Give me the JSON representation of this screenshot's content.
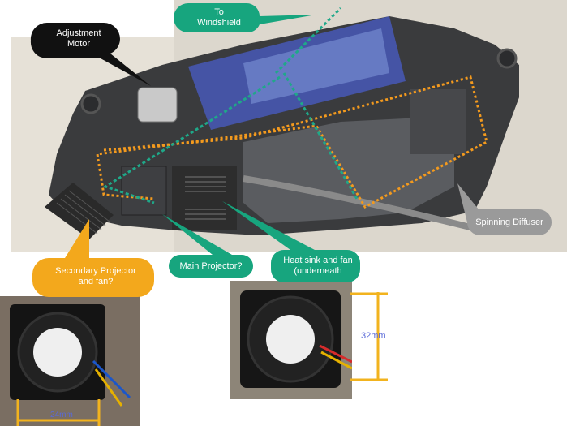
{
  "labels": {
    "windshield": "To\nWindshield",
    "adjustment_motor": "Adjustment\nMotor",
    "secondary_projector": "Secondary Projector\nand fan?",
    "main_projector": "Main Projector?",
    "heat_sink": "Heat sink and fan\n(underneath",
    "spinning_diffuser": "Spinning Diffuser"
  },
  "dimensions": {
    "fan_large": "32mm",
    "fan_small": "24mm"
  },
  "colors": {
    "green_callout": "#17a57e",
    "black_callout": "#111111",
    "orange_callout": "#f3a81c",
    "gray_callout": "#9a9a9a",
    "dim_line": "#f2b31e",
    "dim_text": "#5a6ad8"
  }
}
